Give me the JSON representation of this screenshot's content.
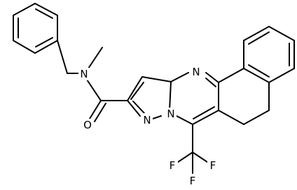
{
  "molecule": {
    "bond_color": "#000000",
    "background": "#ffffff",
    "atom_labels": {
      "n_amide": "N",
      "methyl": "",
      "o_carbonyl": "O",
      "n_pyrimidine": "N",
      "n_pyrazole": "N",
      "n_bridge": "N",
      "f_left": "F",
      "f_right": "F",
      "f_bottom": "F"
    }
  }
}
